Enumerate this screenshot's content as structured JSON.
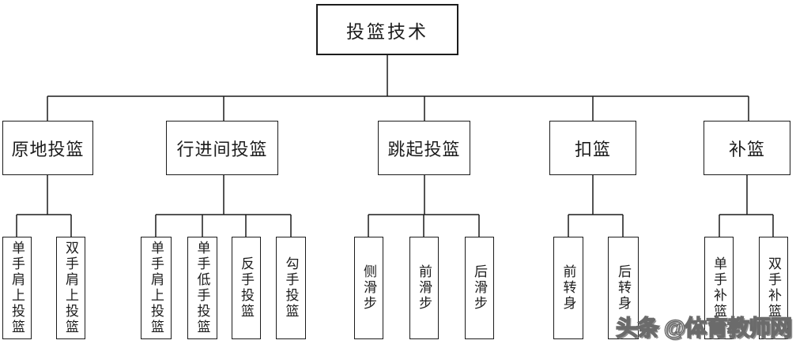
{
  "tree": {
    "root": {
      "label": "投篮技术"
    },
    "branches": [
      {
        "label": "原地投篮",
        "children": [
          "单手肩上投篮",
          "双手肩上投篮"
        ]
      },
      {
        "label": "行进间投篮",
        "children": [
          "单手肩上投篮",
          "单手低手投篮",
          "反手投篮",
          "勾手投篮"
        ]
      },
      {
        "label": "跳起投篮",
        "children": [
          "侧滑步",
          "前滑步",
          "后滑步"
        ]
      },
      {
        "label": "扣篮",
        "children": [
          "前转身",
          "后转身"
        ]
      },
      {
        "label": "补篮",
        "children": [
          "单手补篮",
          "双手补篮"
        ]
      }
    ]
  },
  "watermark": {
    "text": "头条 @体育教师网"
  },
  "colors": {
    "line": "#1c1c1c",
    "background": "#ffffff",
    "watermark_fill": "#ffffff",
    "watermark_outline": "#6b6b6b"
  }
}
